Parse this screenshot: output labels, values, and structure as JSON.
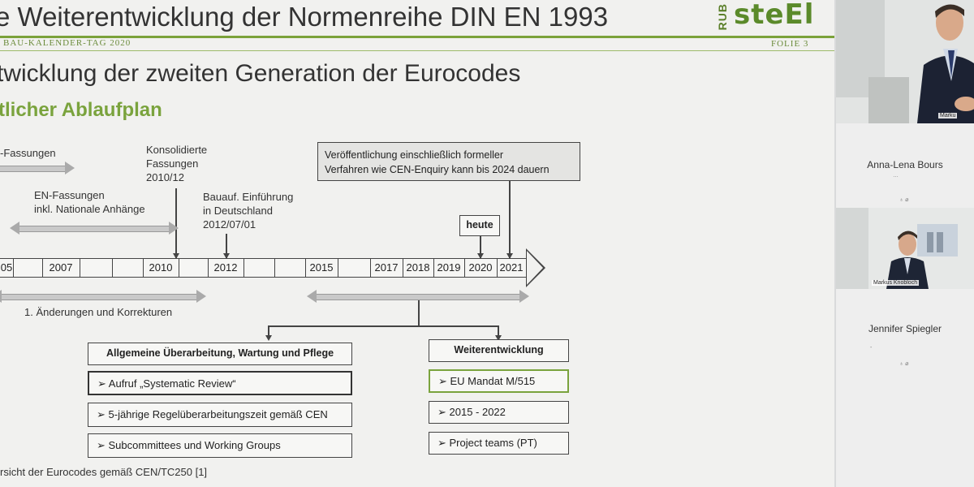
{
  "slide": {
    "title": "e Weiterentwicklung der Normenreihe DIN EN 1993",
    "logo": {
      "prefix": "RUB",
      "name": "steEl"
    },
    "footer_left": "BAU-KALENDER-TAG 2020",
    "footer_right": "FOLIE 3",
    "subtitle": "twicklung der zweiten Generation der Eurocodes",
    "section": "tlicher Ablaufplan",
    "labels": {
      "en_fassungen_top": "-Fassungen",
      "konsolidierte": "Konsolidierte\nFassungen\n2010/12",
      "en_fassungen": "EN-Fassungen\ninkl. Nationale Anhänge",
      "bauauf": "Bauauf. Einführung\nin Deutschland\n2012/07/01",
      "veroeffentlichung": "Veröffentlichung einschließlich formeller\nVerfahren wie CEN-Enquiry kann bis 2024 dauern",
      "heute": "heute",
      "aenderungen": "1. Änderungen und Korrekturen"
    },
    "timeline_years": [
      "05",
      "2007",
      "",
      "",
      "2010",
      "",
      "2012",
      "",
      "",
      "2015",
      "",
      "2017",
      "2018",
      "2019",
      "2020",
      "2021"
    ],
    "left_column": {
      "header": "Allgemeine Überarbeitung, Wartung und Pflege",
      "items": [
        "➢ Aufruf „Systematic Review“",
        "➢ 5-jährige Regelüberarbeitungszeit gemäß CEN",
        "➢ Subcommittees und Working Groups"
      ]
    },
    "right_column": {
      "header": "Weiterentwicklung",
      "items": [
        "➢ EU Mandat M/515",
        "➢ 2015 - 2022",
        "➢ Project teams (PT)"
      ]
    },
    "caption": "rsicht der Eurocodes gemäß CEN/TC250 [1]"
  },
  "participants": [
    {
      "name": "Marku",
      "video": true
    },
    {
      "name": "Anna-Lena Bours",
      "video": false
    },
    {
      "name": "Markus Knobloch",
      "video": true
    },
    {
      "name": "Jennifer Spiegler",
      "video": false
    }
  ],
  "colors": {
    "accent_green": "#7aa33d",
    "logo_green": "#5b8a2a"
  }
}
